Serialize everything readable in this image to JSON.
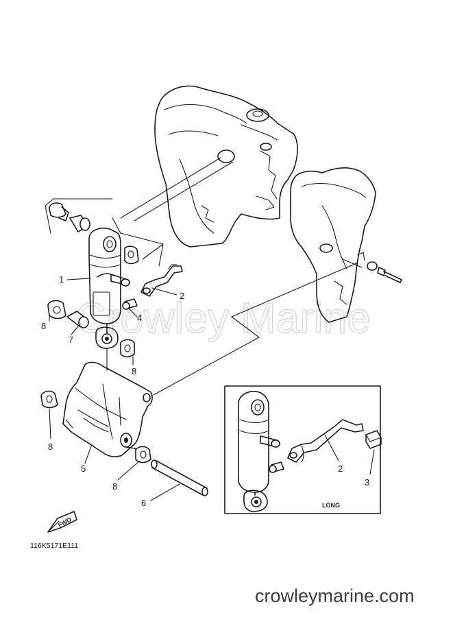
{
  "diagram": {
    "watermark": "Crowley Marine",
    "callouts": {
      "p1": "1",
      "p2": "2",
      "p4": "4",
      "p8a": "8",
      "p7": "7",
      "p8b": "8",
      "p8c": "8",
      "p5": "5",
      "p8d": "8",
      "p6": "6",
      "inset_p2": "2",
      "inset_p3": "3"
    },
    "inset_label": "LONG",
    "fwd_label": "FWD",
    "drawing_ref": "116K5171E111",
    "footer_url": "crowleymarine.com"
  }
}
